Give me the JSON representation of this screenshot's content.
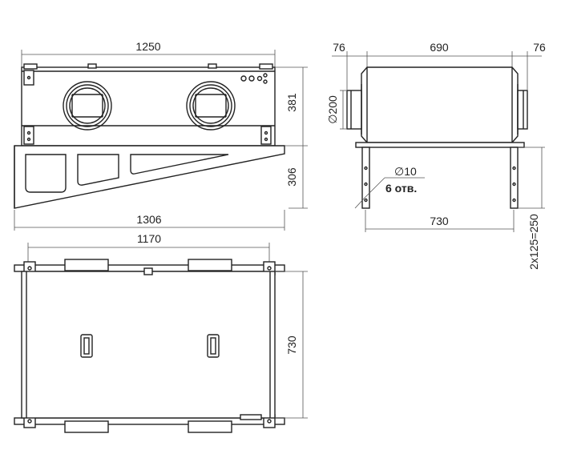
{
  "drawing": {
    "front_view": {
      "width_label": "1250",
      "height_label": "381",
      "bracket_height_label": "306",
      "bracket_width_label": "1306"
    },
    "side_view": {
      "left_stub_label": "76",
      "body_width_label": "690",
      "right_stub_label": "76",
      "duct_diameter_label": "∅200",
      "hole_diameter_label": "∅10",
      "hole_count_label": "6 отв.",
      "mount_width_label": "730",
      "hole_spacing_label": "2x125=250"
    },
    "top_view": {
      "inner_width_label": "1170",
      "depth_label": "730"
    }
  }
}
